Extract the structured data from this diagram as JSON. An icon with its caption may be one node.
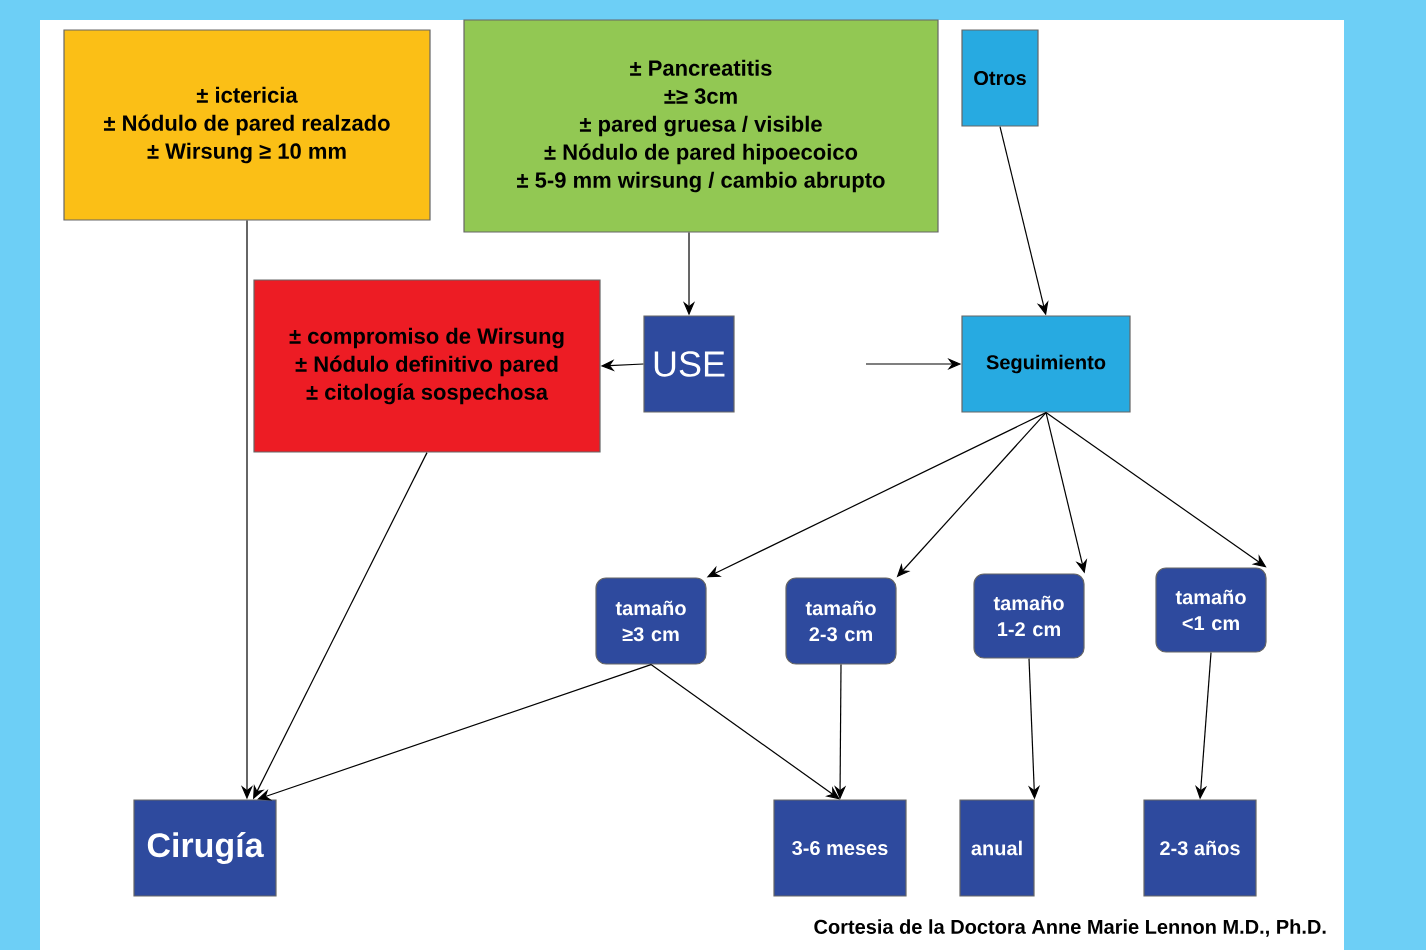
{
  "diagram": {
    "caption": "Cortesia de la Doctora Anne Marie Lennon M.D., Ph.D.",
    "nodes": [
      {
        "text": [
          "± ictericia",
          "± Nódulo de pared realzado",
          "± Wirsung ≥ 10 mm"
        ]
      },
      {
        "text": [
          "± Pancreatitis",
          "±≥ 3cm",
          "± pared gruesa / visible",
          "± Nódulo de pared hipoecoico",
          "± 5-9 mm wirsung / cambio abrupto"
        ]
      },
      {
        "text": [
          "Otros"
        ]
      },
      {
        "text": [
          "± compromiso de Wirsung",
          "± Nódulo definitivo pared",
          "±  citología sospechosa"
        ]
      },
      {
        "text": [
          "USE"
        ]
      },
      {
        "text": [
          "Seguimiento"
        ]
      },
      {
        "text": [
          "tamaño ≥3 cm"
        ]
      },
      {
        "text": [
          "tamaño 2-3 cm"
        ]
      },
      {
        "text": [
          "tamaño 1-2 cm"
        ]
      },
      {
        "text": [
          "tamaño <1 cm"
        ]
      },
      {
        "text": [
          "Cirugía"
        ]
      },
      {
        "text": [
          "3-6 meses"
        ]
      },
      {
        "text": [
          "anual"
        ]
      },
      {
        "text": [
          "2-3 años"
        ]
      }
    ],
    "edges": [
      {
        "from": 0,
        "to": 10,
        "arrow": "to"
      },
      {
        "from": 1,
        "to": 4,
        "arrow": "to"
      },
      {
        "from": 4,
        "to": 3,
        "arrow": "to"
      },
      {
        "from": null,
        "to": 5,
        "arrow": "to"
      },
      {
        "from": 2,
        "to": 5,
        "arrow": "to"
      },
      {
        "from": 3,
        "to": 10,
        "arrow": "to"
      },
      {
        "from": 5,
        "to": 6,
        "arrow": "to"
      },
      {
        "from": 5,
        "to": 7,
        "arrow": "to"
      },
      {
        "from": 5,
        "to": 8,
        "arrow": "to"
      },
      {
        "from": 5,
        "to": 9,
        "arrow": "to"
      },
      {
        "from": 6,
        "to": 10,
        "arrow": "to"
      },
      {
        "from": 6,
        "to": 11,
        "arrow": "to"
      },
      {
        "from": 7,
        "to": 11,
        "arrow": "to"
      },
      {
        "from": 8,
        "to": 12,
        "arrow": "to"
      },
      {
        "from": 9,
        "to": 13,
        "arrow": "to"
      }
    ]
  }
}
